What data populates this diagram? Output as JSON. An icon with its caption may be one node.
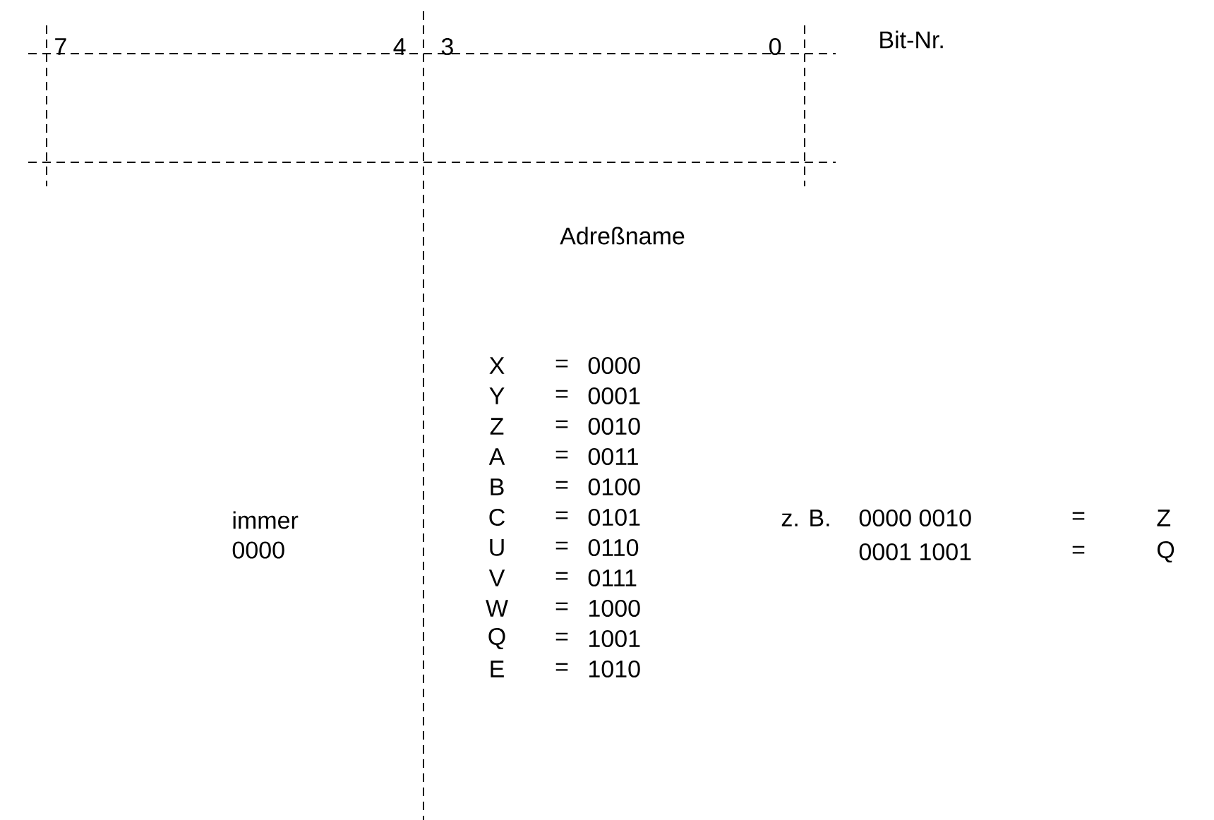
{
  "diagram": {
    "labels": [
      "7",
      "4",
      "3",
      "0",
      "Bit-Nr.",
      "Adreßname",
      "X",
      "=",
      "0000",
      "Y",
      "=",
      "0001",
      "Z",
      "=",
      "0010",
      "A",
      "=",
      "0011",
      "B",
      "=",
      "0100",
      "C",
      "=",
      "0101",
      "U",
      "=",
      "0110",
      "V",
      "=",
      "0111",
      "W",
      "=",
      "1000",
      "Q",
      "=",
      "1001",
      "E",
      "=",
      "1010",
      "immer 0000",
      "z. B.",
      "0000 0010",
      "=",
      "Z",
      "0001 1001",
      "=",
      "Q"
    ]
  }
}
